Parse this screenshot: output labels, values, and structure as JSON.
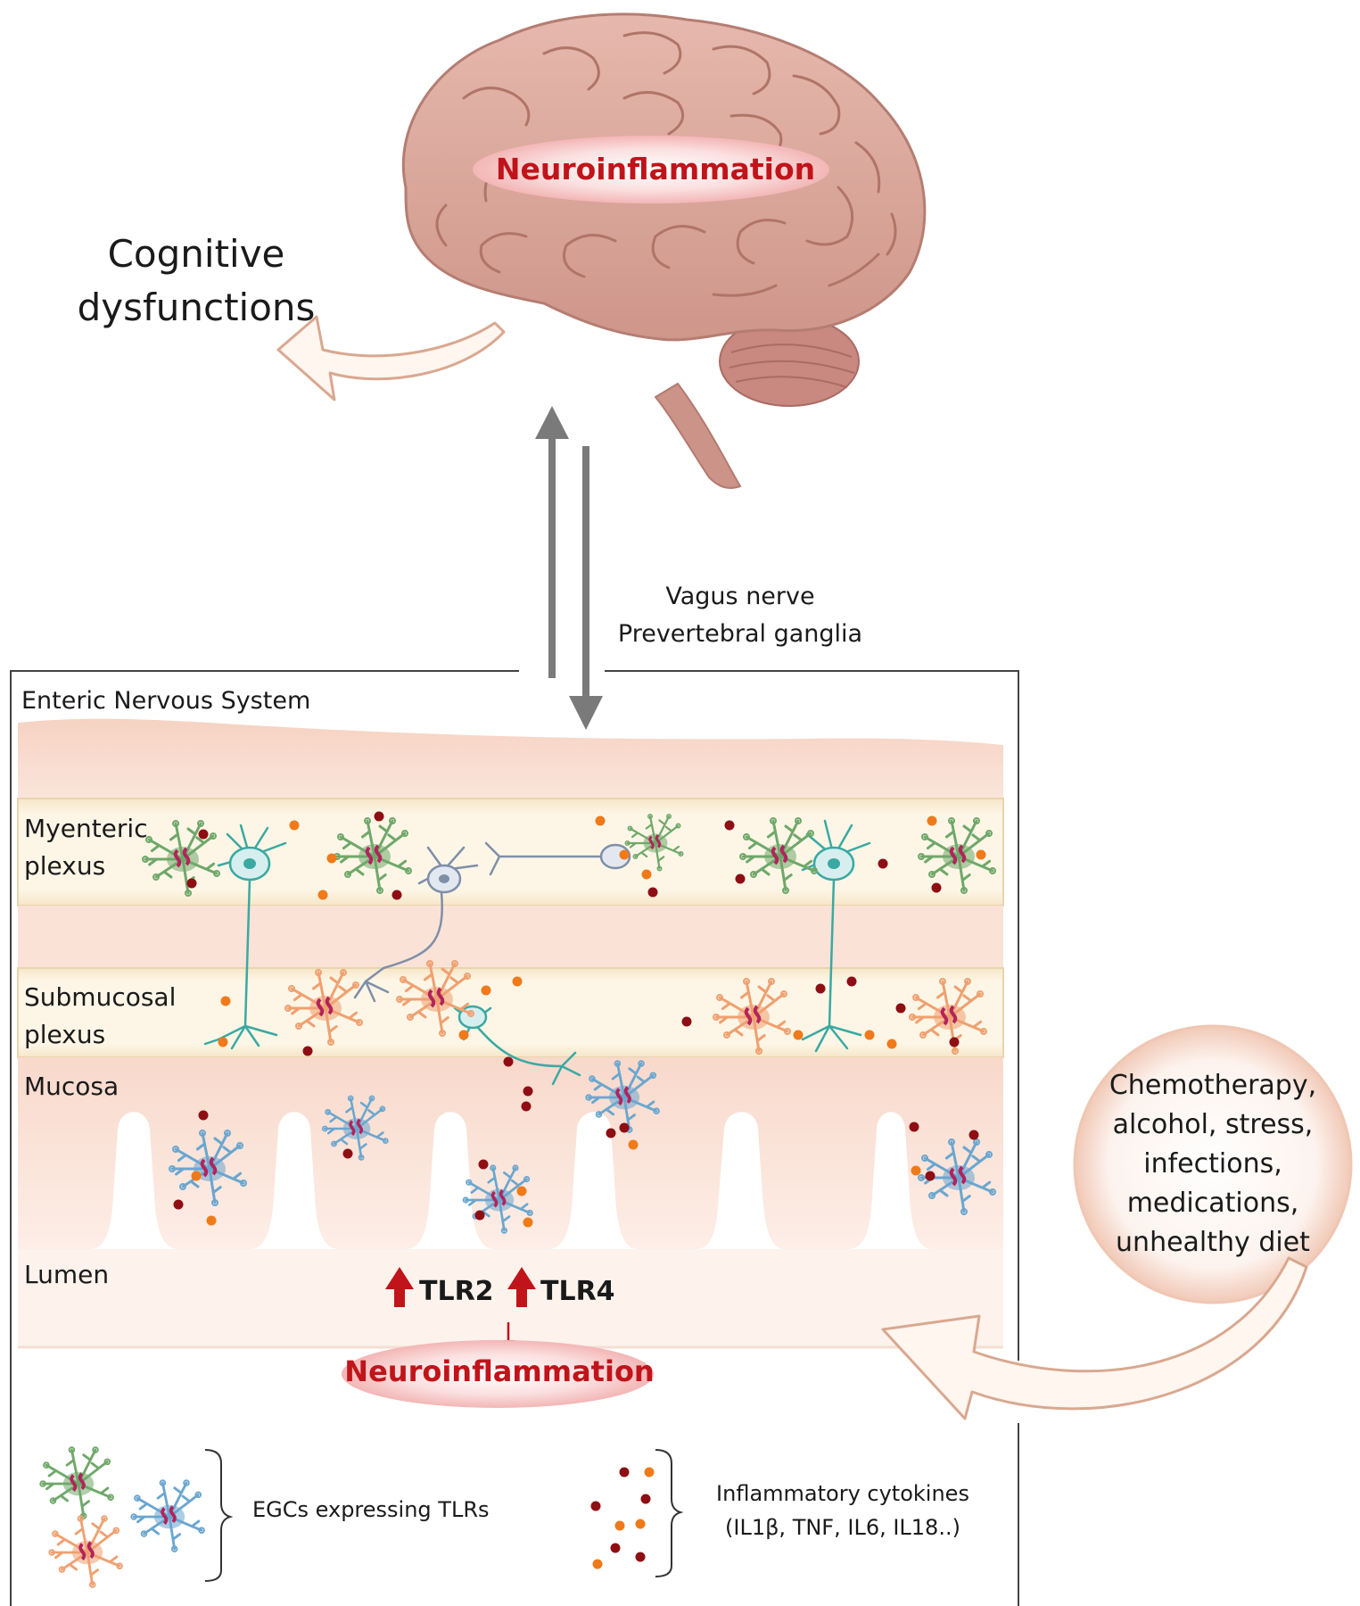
{
  "brain": {
    "label": "Neuroinflammation"
  },
  "outcome": {
    "line1": "Cognitive",
    "line2": "dysfunctions"
  },
  "pathway": {
    "line1": "Vagus nerve",
    "line2": "Prevertebral ganglia"
  },
  "ens": {
    "title": "Enteric Nervous System",
    "layers": {
      "myenteric": [
        "Myenteric",
        "plexus"
      ],
      "submucosal": [
        "Submucosal",
        "plexus"
      ],
      "mucosa": "Mucosa",
      "lumen": "Lumen"
    },
    "tlr2": "TLR2",
    "tlr4": "TLR4",
    "result": "Neuroinflammation"
  },
  "causes": [
    "Chemotherapy,",
    "alcohol, stress,",
    "infections,",
    "medications,",
    "unhealthy diet"
  ],
  "legend": {
    "egc": "EGCs expressing TLRs",
    "cytokines": [
      "Inflammatory cytokines",
      "(IL1β, TNF, IL6, IL18..)"
    ]
  },
  "colors": {
    "accent_red": "#c0141a",
    "dark_red": "#8e0e14",
    "cytokine_orange": "#f07a1a",
    "brain": "#d9a69b",
    "tissue": "#f8ddd0",
    "plexus_band": "#fdf5e4",
    "glia_green": "#6fa86a",
    "glia_orange": "#f0a070",
    "glia_blue": "#6aa6cf",
    "neuron_teal": "#3aa9a2",
    "neuron_grey": "#7e8fa8"
  },
  "icons": [
    "brain-icon",
    "enteric-glial-cell-icon",
    "neuron-icon",
    "cytokine-dot-icon",
    "up-arrow-icon"
  ]
}
